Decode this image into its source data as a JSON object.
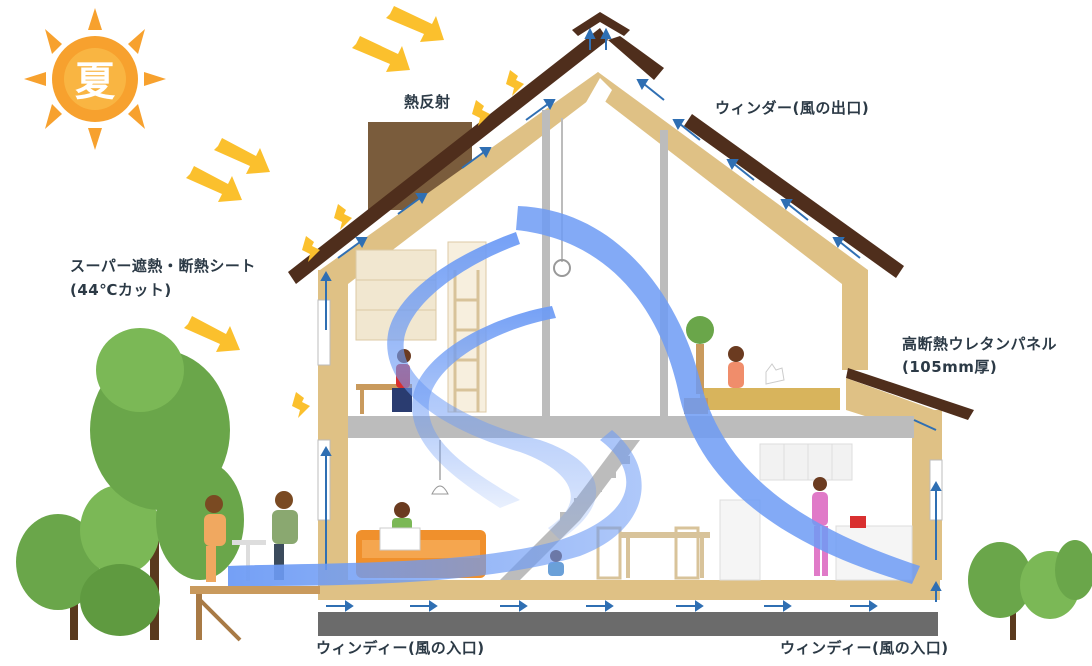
{
  "season": "夏",
  "labels": {
    "heat_reflection": "熱反射",
    "winder": "ウィンダー(風の出口)",
    "sheet_line1": "スーパー遮熱・断熱シート",
    "sheet_line2": "(44℃カット)",
    "panel_line1": "高断熱ウレタンパネル",
    "panel_line2": "(105mm厚)",
    "windy_left": "ウィンディー(風の入口)",
    "windy_right": "ウィンディー(風の入口)"
  },
  "colors": {
    "roof": "#4f2e1c",
    "insulation": "#dfc185",
    "wall": "#bcbcbc",
    "wind": "#6d9bf5",
    "sun": "#f7a12e",
    "sunray": "#fbc02d",
    "airflow": "#2f6fb3",
    "tree": "#6aa64a",
    "label": "#2c3a46"
  }
}
